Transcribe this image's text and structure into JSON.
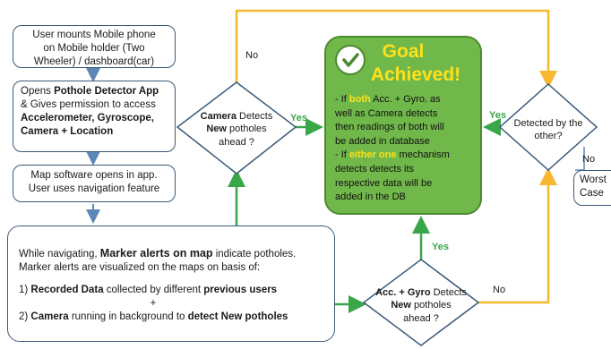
{
  "steps": {
    "mount": {
      "line1": "User mounts  Mobile phone",
      "line2": "on Mobile holder (Two",
      "line3": "Wheeler) / dashboard(car)"
    },
    "open": {
      "line1_pre": "Opens ",
      "line1_bold": "Pothole Detector App",
      "line2": "& Gives permission to access",
      "line3_bold": "Accelerometer, Gyroscope,",
      "line4_bold": "Camera + Location"
    },
    "map": {
      "line1": "Map software opens in app.",
      "line2": "User uses navigation feature"
    }
  },
  "navigating": {
    "l1_pre": "While navigating, ",
    "l1_bold": "Marker alerts on map",
    "l1_post": " indicate potholes.",
    "l2": "Marker alerts are visualized on the maps on basis of:",
    "l3_pre": "1) ",
    "l3_bold1": "Recorded Data",
    "l3_mid": " collected by different ",
    "l3_bold2": "previous users",
    "plus": "+",
    "l4_pre": "2) ",
    "l4_bold1": "Camera",
    "l4_mid": " running in background to ",
    "l4_bold2": "detect New potholes"
  },
  "decisions": {
    "camera": {
      "bold1": "Camera",
      "post1": " Detects",
      "bold2": "New",
      "post2": " potholes",
      "line3": "ahead ?"
    },
    "acc": {
      "bold1": "Acc. + Gyro",
      "post1": " Detects",
      "bold2": "New",
      "post2": " potholes",
      "line3": "ahead ?"
    },
    "other": {
      "line1": "Detected by the",
      "line2": "other?"
    }
  },
  "goal": {
    "title1": "Goal",
    "title2": "Achieved!",
    "b1_pre": "- If ",
    "b1_hl": "both",
    "b1_post": " Acc. + Gyro. as",
    "b2": "well as Camera detects",
    "b3": "then readings of both will",
    "b4": "be  added in database",
    "b5_pre": "- If ",
    "b5_hl": "either one",
    "b5_post": " mechanism",
    "b6": "detects  detects  its",
    "b7": "respective data will be",
    "b8": "added in the DB"
  },
  "worst": {
    "line1": "Worst",
    "line2": "Case"
  },
  "labels": {
    "yes": "Yes",
    "no": "No"
  },
  "colors": {
    "arrow_blue": "#5b86b5",
    "arrow_green": "#3aa64a",
    "arrow_orange": "#f5b82e",
    "goal_fill": "#71b84b",
    "highlight": "#ffe11a"
  }
}
